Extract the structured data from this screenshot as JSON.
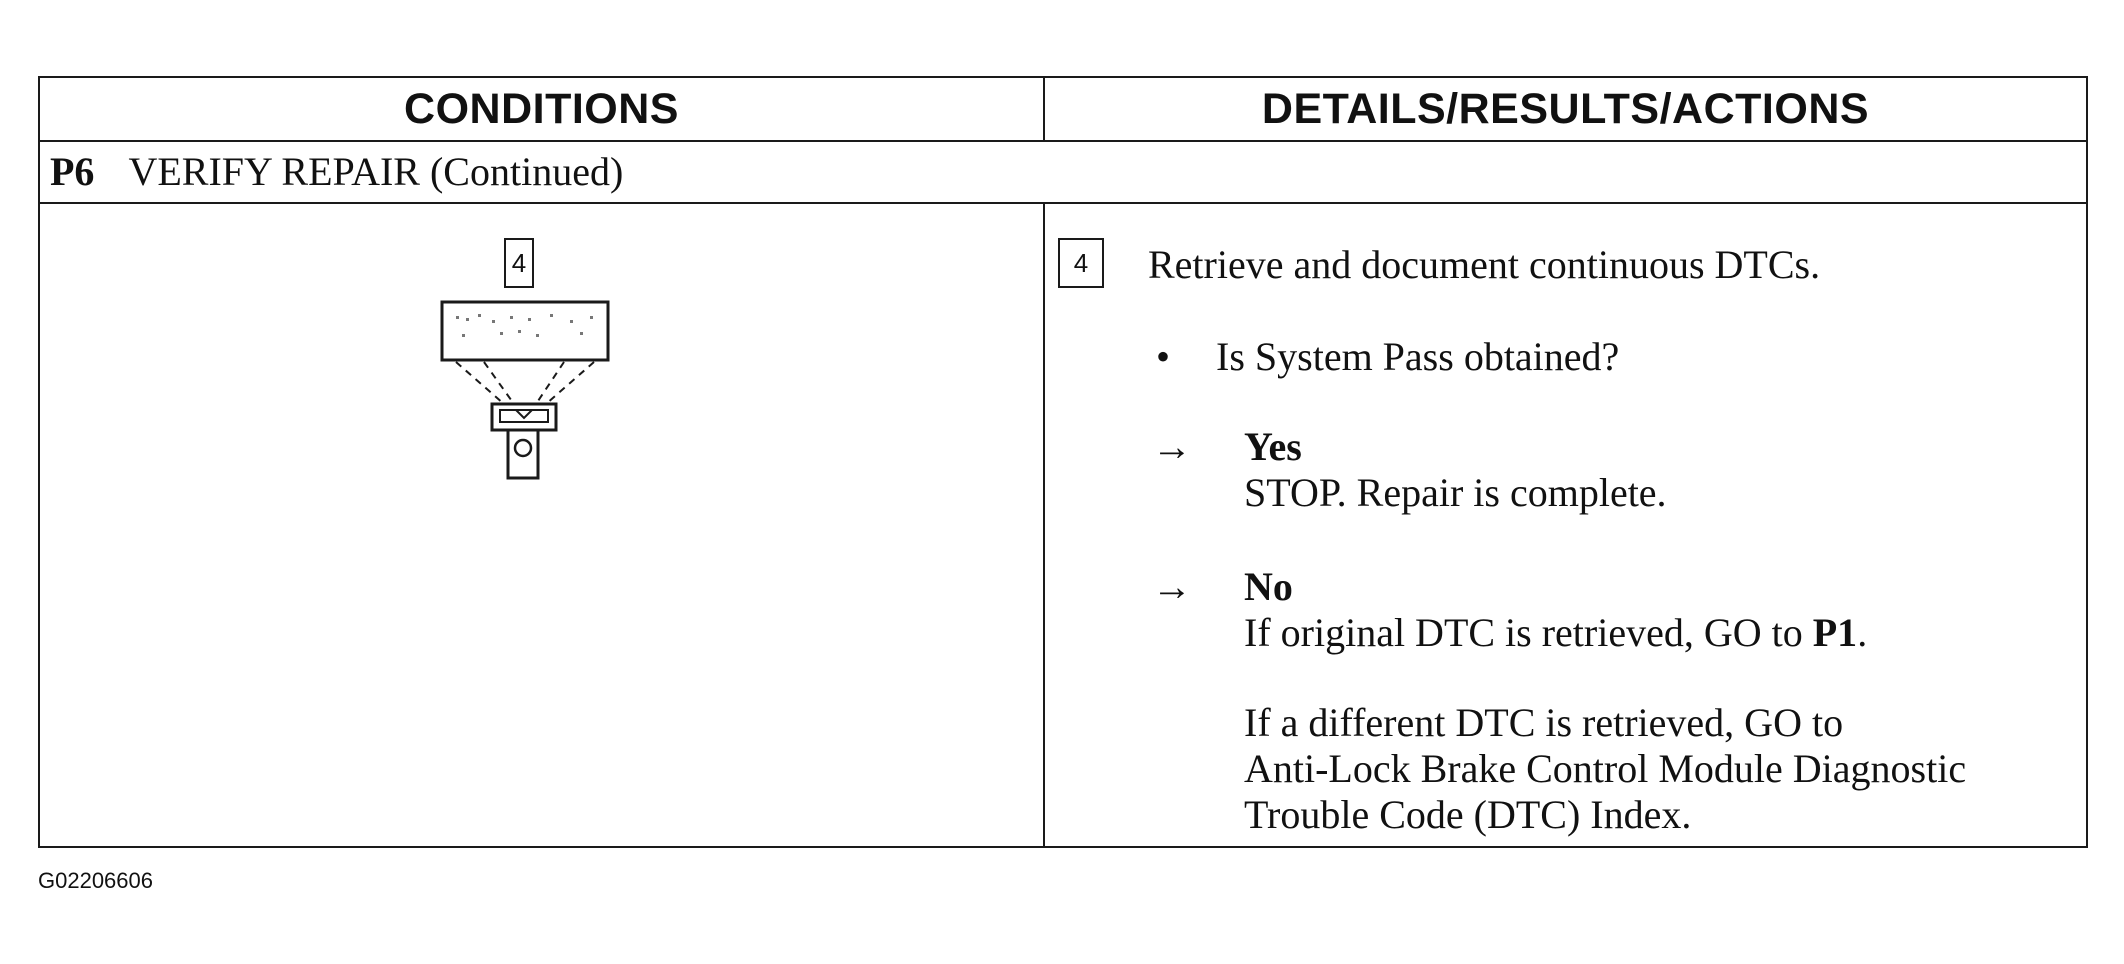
{
  "table": {
    "headers": {
      "conditions": "CONDITIONS",
      "details": "DETAILS/RESULTS/ACTIONS"
    },
    "step": {
      "id": "P6",
      "title": "VERIFY REPAIR (Continued)"
    },
    "illustration": {
      "step_number": "4",
      "icon": "scan-tool-icon"
    },
    "details": {
      "step_number": "4",
      "instruction": "Retrieve and document continuous DTCs.",
      "bullet": "•",
      "question": "Is System Pass obtained?",
      "arrow": "→",
      "yes_label": "Yes",
      "yes_text": "STOP. Repair is complete.",
      "no_label": "No",
      "no_text_1": "If original DTC is retrieved, GO to ",
      "no_text_1_ref": "P1",
      "no_text_1_end": ".",
      "no_text_2_line1": "If a different DTC is retrieved, GO to",
      "no_text_2_line2": "Anti-Lock Brake Control Module Diagnostic",
      "no_text_2_line3": "Trouble Code (DTC) Index."
    }
  },
  "caption": "G02206606"
}
